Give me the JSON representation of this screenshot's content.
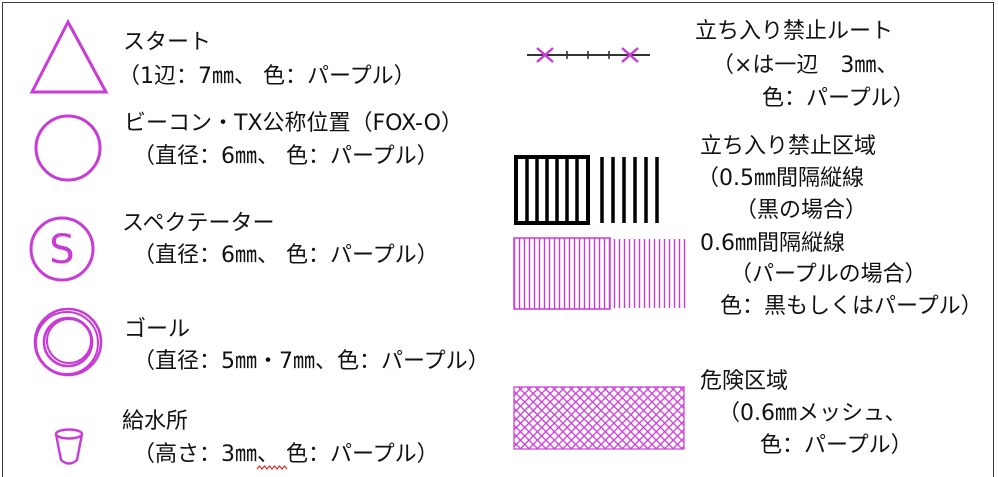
{
  "legend": {
    "colors": {
      "purple": "#c93bd6",
      "black": "#000000",
      "route_line": "#333333",
      "spellcheck_underline": "#e02020"
    },
    "left": [
      {
        "icon": "triangle-icon",
        "title": "スタート",
        "detail": "（1辺：7㎜、 色：パープル）"
      },
      {
        "icon": "circle-icon",
        "title": "ビーコン・TX公称位置（FOX-O）",
        "detail": "（直径：6㎜、 色：パープル）"
      },
      {
        "icon": "spectator-s-circle-icon",
        "icon_text": "S",
        "title": "スペクテーター",
        "detail": "（直径：6㎜、 色：パープル）"
      },
      {
        "icon": "goal-double-circle-icon",
        "title": "ゴール",
        "detail": "（直径：5㎜・7㎜、色：パープル）"
      },
      {
        "icon": "cup-icon",
        "title": "給水所",
        "detail": "（高さ：3㎜、 色：パープル）"
      }
    ],
    "right": [
      {
        "icon": "crossed-route-line-icon",
        "lines": [
          "立ち入り禁止ルート",
          "（×は一辺　3㎜、",
          "色：パープル）"
        ]
      },
      {
        "icon": "black-vertical-stripes-icon",
        "lines": [
          "立ち入り禁止区域",
          "（0.5㎜間隔縦線",
          "（黒の場合）"
        ]
      },
      {
        "icon": "purple-vertical-stripes-icon",
        "lines": [
          "0.6㎜間隔縦線",
          "（パープルの場合）",
          "色：黒もしくはパープル）"
        ]
      },
      {
        "icon": "crosshatch-mesh-icon",
        "lines": [
          "危険区域",
          "（0.6㎜メッシュ、",
          "色：パープル）"
        ]
      }
    ]
  }
}
